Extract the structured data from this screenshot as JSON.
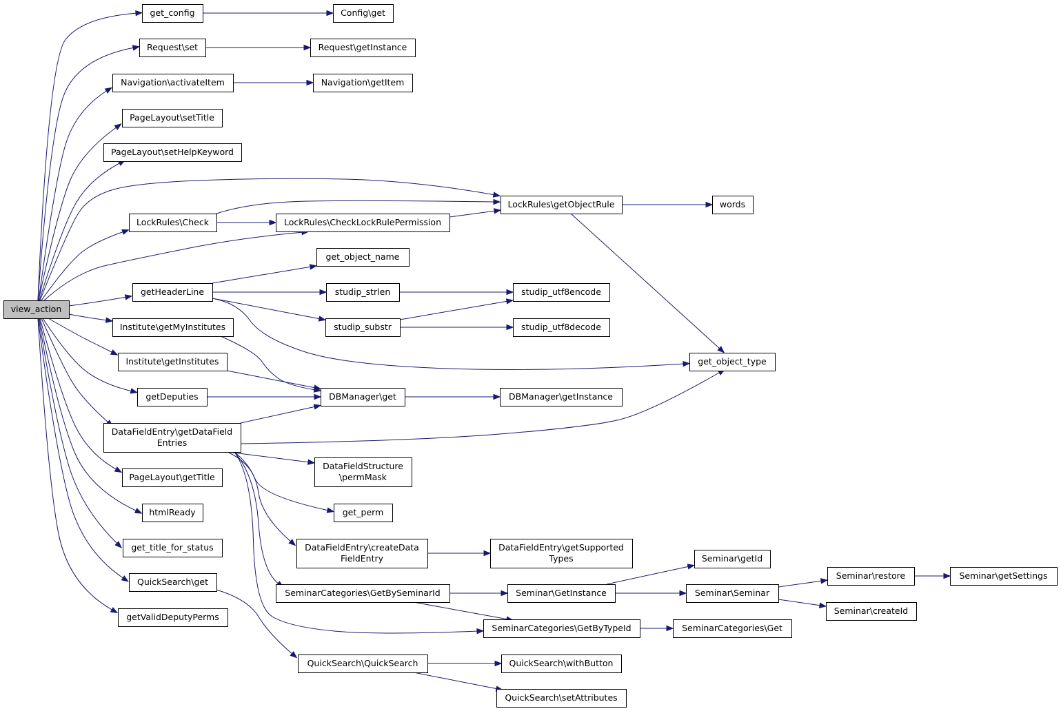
{
  "diagram": {
    "colors": {
      "edge": "#191970",
      "node_fill": "#ffffff",
      "root_fill": "#bfbfbf",
      "node_border": "#000000"
    },
    "nodes": [
      {
        "id": "view_action",
        "lines": [
          "view_action"
        ],
        "root": true
      },
      {
        "id": "get_config",
        "lines": [
          "get_config"
        ]
      },
      {
        "id": "config_get",
        "lines": [
          "Config\\get"
        ]
      },
      {
        "id": "request_set",
        "lines": [
          "Request\\set"
        ]
      },
      {
        "id": "request_getinstance",
        "lines": [
          "Request\\getInstance"
        ]
      },
      {
        "id": "nav_activateitem",
        "lines": [
          "Navigation\\activateItem"
        ]
      },
      {
        "id": "nav_getitem",
        "lines": [
          "Navigation\\getItem"
        ]
      },
      {
        "id": "pl_settitle",
        "lines": [
          "PageLayout\\setTitle"
        ]
      },
      {
        "id": "pl_sethelpkeyword",
        "lines": [
          "PageLayout\\setHelpKeyword"
        ]
      },
      {
        "id": "lr_getobjectrule",
        "lines": [
          "LockRules\\getObjectRule"
        ]
      },
      {
        "id": "words",
        "lines": [
          "words"
        ]
      },
      {
        "id": "lr_check",
        "lines": [
          "LockRules\\Check"
        ]
      },
      {
        "id": "lr_checklockrulepermission",
        "lines": [
          "LockRules\\CheckLockRulePermission"
        ]
      },
      {
        "id": "get_object_name",
        "lines": [
          "get_object_name"
        ]
      },
      {
        "id": "getheaderline",
        "lines": [
          "getHeaderLine"
        ]
      },
      {
        "id": "studip_strlen",
        "lines": [
          "studip_strlen"
        ]
      },
      {
        "id": "studip_utf8encode",
        "lines": [
          "studip_utf8encode"
        ]
      },
      {
        "id": "studip_substr",
        "lines": [
          "studip_substr"
        ]
      },
      {
        "id": "studip_utf8decode",
        "lines": [
          "studip_utf8decode"
        ]
      },
      {
        "id": "inst_getmyinstitutes",
        "lines": [
          "Institute\\getMyInstitutes"
        ]
      },
      {
        "id": "inst_getinstitutes",
        "lines": [
          "Institute\\getInstitutes"
        ]
      },
      {
        "id": "get_object_type",
        "lines": [
          "get_object_type"
        ]
      },
      {
        "id": "getdeputies",
        "lines": [
          "getDeputies"
        ]
      },
      {
        "id": "dbm_get",
        "lines": [
          "DBManager\\get"
        ]
      },
      {
        "id": "dbm_getinstance",
        "lines": [
          "DBManager\\getInstance"
        ]
      },
      {
        "id": "dfe_getdatafieldentries",
        "lines": [
          "DataFieldEntry\\getDataField",
          "Entries"
        ]
      },
      {
        "id": "dfs_permmask",
        "lines": [
          "DataFieldStructure",
          "\\permMask"
        ]
      },
      {
        "id": "pl_gettitle",
        "lines": [
          "PageLayout\\getTitle"
        ]
      },
      {
        "id": "htmlready",
        "lines": [
          "htmlReady"
        ]
      },
      {
        "id": "get_perm",
        "lines": [
          "get_perm"
        ]
      },
      {
        "id": "get_title_for_status",
        "lines": [
          "get_title_for_status"
        ]
      },
      {
        "id": "dfe_createdatafieldentry",
        "lines": [
          "DataFieldEntry\\createData",
          "FieldEntry"
        ]
      },
      {
        "id": "dfe_getsupportedtypes",
        "lines": [
          "DataFieldEntry\\getSupported",
          "Types"
        ]
      },
      {
        "id": "sem_getid",
        "lines": [
          "Seminar\\getId"
        ]
      },
      {
        "id": "qs_get",
        "lines": [
          "QuickSearch\\get"
        ]
      },
      {
        "id": "semcat_getbyseminarid",
        "lines": [
          "SeminarCategories\\GetBySeminarId"
        ]
      },
      {
        "id": "sem_getinstance",
        "lines": [
          "Seminar\\GetInstance"
        ]
      },
      {
        "id": "sem_seminar",
        "lines": [
          "Seminar\\Seminar"
        ]
      },
      {
        "id": "sem_restore",
        "lines": [
          "Seminar\\restore"
        ]
      },
      {
        "id": "sem_getsettings",
        "lines": [
          "Seminar\\getSettings"
        ]
      },
      {
        "id": "sem_createid",
        "lines": [
          "Seminar\\createId"
        ]
      },
      {
        "id": "getvaliddeputyperms",
        "lines": [
          "getValidDeputyPerms"
        ]
      },
      {
        "id": "semcat_getbytypeid",
        "lines": [
          "SeminarCategories\\GetByTypeId"
        ]
      },
      {
        "id": "semcat_get",
        "lines": [
          "SeminarCategories\\Get"
        ]
      },
      {
        "id": "qs_quicksearch",
        "lines": [
          "QuickSearch\\QuickSearch"
        ]
      },
      {
        "id": "qs_withbutton",
        "lines": [
          "QuickSearch\\withButton"
        ]
      },
      {
        "id": "qs_setattributes",
        "lines": [
          "QuickSearch\\setAttributes"
        ]
      }
    ],
    "edges": [
      [
        "view_action",
        "get_config"
      ],
      [
        "view_action",
        "request_set"
      ],
      [
        "view_action",
        "nav_activateitem"
      ],
      [
        "view_action",
        "pl_settitle"
      ],
      [
        "view_action",
        "pl_sethelpkeyword"
      ],
      [
        "view_action",
        "lr_getobjectrule"
      ],
      [
        "view_action",
        "lr_check"
      ],
      [
        "view_action",
        "lr_checklockrulepermission"
      ],
      [
        "view_action",
        "getheaderline"
      ],
      [
        "view_action",
        "inst_getmyinstitutes"
      ],
      [
        "view_action",
        "inst_getinstitutes"
      ],
      [
        "view_action",
        "getdeputies"
      ],
      [
        "view_action",
        "dfe_getdatafieldentries"
      ],
      [
        "view_action",
        "pl_gettitle"
      ],
      [
        "view_action",
        "htmlready"
      ],
      [
        "view_action",
        "get_title_for_status"
      ],
      [
        "view_action",
        "qs_get"
      ],
      [
        "view_action",
        "getvaliddeputyperms"
      ],
      [
        "get_config",
        "config_get"
      ],
      [
        "request_set",
        "request_getinstance"
      ],
      [
        "nav_activateitem",
        "nav_getitem"
      ],
      [
        "lr_check",
        "lr_getobjectrule"
      ],
      [
        "lr_check",
        "lr_checklockrulepermission"
      ],
      [
        "lr_checklockrulepermission",
        "lr_getobjectrule"
      ],
      [
        "lr_getobjectrule",
        "words"
      ],
      [
        "lr_getobjectrule",
        "get_object_type"
      ],
      [
        "getheaderline",
        "get_object_name"
      ],
      [
        "getheaderline",
        "studip_strlen"
      ],
      [
        "getheaderline",
        "studip_substr"
      ],
      [
        "getheaderline",
        "get_object_type"
      ],
      [
        "studip_strlen",
        "studip_utf8encode"
      ],
      [
        "studip_substr",
        "studip_utf8encode"
      ],
      [
        "studip_substr",
        "studip_utf8decode"
      ],
      [
        "inst_getmyinstitutes",
        "dbm_get"
      ],
      [
        "inst_getinstitutes",
        "dbm_get"
      ],
      [
        "getdeputies",
        "dbm_get"
      ],
      [
        "dbm_get",
        "dbm_getinstance"
      ],
      [
        "dfe_getdatafieldentries",
        "dbm_get"
      ],
      [
        "dfe_getdatafieldentries",
        "get_object_type"
      ],
      [
        "dfe_getdatafieldentries",
        "dfs_permmask"
      ],
      [
        "dfe_getdatafieldentries",
        "get_perm"
      ],
      [
        "dfe_getdatafieldentries",
        "dfe_createdatafieldentry"
      ],
      [
        "dfe_getdatafieldentries",
        "semcat_getbyseminarid"
      ],
      [
        "dfe_getdatafieldentries",
        "semcat_getbytypeid"
      ],
      [
        "dfe_createdatafieldentry",
        "dfe_getsupportedtypes"
      ],
      [
        "semcat_getbyseminarid",
        "sem_getinstance"
      ],
      [
        "semcat_getbyseminarid",
        "semcat_getbytypeid"
      ],
      [
        "sem_getinstance",
        "sem_getid"
      ],
      [
        "sem_getinstance",
        "sem_seminar"
      ],
      [
        "sem_seminar",
        "sem_restore"
      ],
      [
        "sem_seminar",
        "sem_createid"
      ],
      [
        "sem_restore",
        "sem_getsettings"
      ],
      [
        "semcat_getbytypeid",
        "semcat_get"
      ],
      [
        "qs_get",
        "qs_quicksearch"
      ],
      [
        "qs_quicksearch",
        "qs_withbutton"
      ],
      [
        "qs_quicksearch",
        "qs_setattributes"
      ]
    ]
  }
}
